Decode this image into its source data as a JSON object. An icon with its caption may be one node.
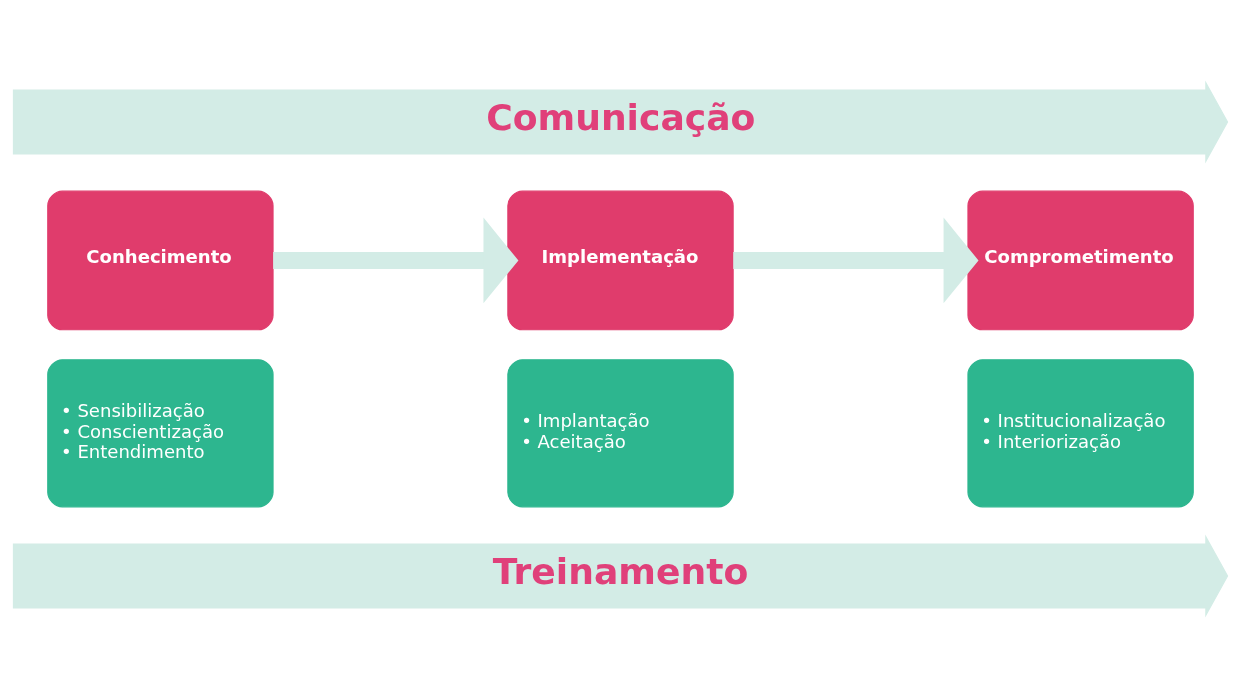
{
  "diagram": {
    "nodes": [
      {
        "text": [
          "Comunicação"
        ]
      },
      {
        "text": [
          "Conhecimento"
        ]
      },
      {
        "text": [
          "• Sensibilização",
          "• Conscientização",
          "• Entendimento"
        ]
      },
      {
        "text": [
          "Implementação"
        ]
      },
      {
        "text": [
          "• Implantação",
          "• Aceitação"
        ]
      },
      {
        "text": [
          "Comprometimento"
        ]
      },
      {
        "text": [
          "• Institucionalização",
          "• Interiorização"
        ]
      },
      {
        "text": [
          "Treinamento"
        ]
      }
    ],
    "edges": [
      {
        "from": 1,
        "to": 3,
        "arrow": "to"
      },
      {
        "from": 3,
        "to": 5,
        "arrow": "to"
      }
    ]
  }
}
